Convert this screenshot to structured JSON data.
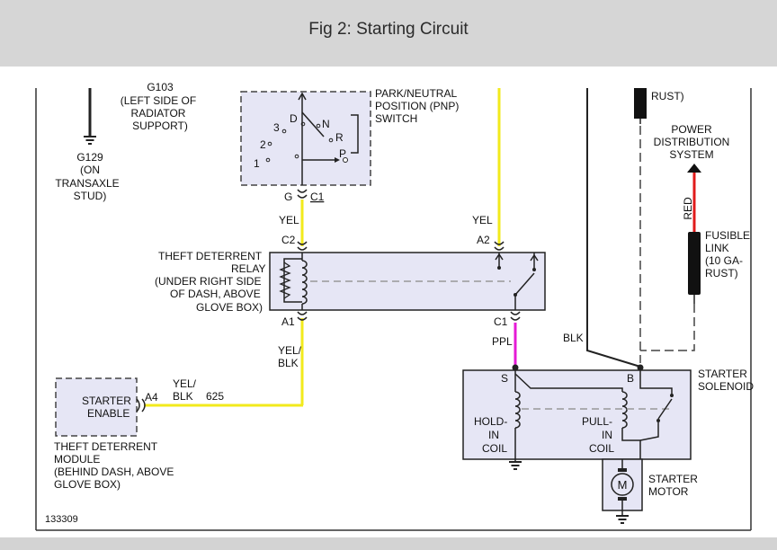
{
  "title": "Fig 2: Starting Circuit",
  "diagram_id": "133309",
  "ground_left": {
    "partial_label": "G103",
    "location": [
      "(LEFT SIDE OF",
      "RADIATOR",
      "SUPPORT)"
    ],
    "ground_id": "G129",
    "ground_location": [
      "(ON",
      "TRANSAXLE",
      "STUD)"
    ]
  },
  "pnp_switch": {
    "name": [
      "PARK/NEUTRAL",
      "POSITION (PNP)",
      "SWITCH"
    ],
    "positions": {
      "p3": "3",
      "p2": "2",
      "p1": "1",
      "d": "D",
      "n": "N",
      "r": "R",
      "p": "P"
    },
    "pin": "G",
    "connector": "C1"
  },
  "relay": {
    "name": [
      "THEFT DETERRENT",
      "RELAY",
      "(UNDER RIGHT SIDE",
      "OF DASH, ABOVE",
      "GLOVE BOX)"
    ],
    "c2": "C2",
    "a1": "A1",
    "a2": "A2",
    "c1": "C1",
    "wire_yel_left": "YEL",
    "wire_yel_right": "YEL",
    "wire_yelblk": [
      "YEL/",
      "BLK"
    ],
    "wire_ppl": "PPL"
  },
  "starter_enable": {
    "box_label": [
      "STARTER",
      "ENABLE"
    ],
    "pin": "A4",
    "wire": [
      "YEL/",
      "BLK"
    ],
    "circuit": "625",
    "module_name": [
      "THEFT DETERRENT",
      "MODULE",
      "(BEHIND DASH, ABOVE",
      "GLOVE BOX)"
    ]
  },
  "power": {
    "partial_label": "RUST)",
    "name": [
      "POWER",
      "DISTRIBUTION",
      "SYSTEM"
    ],
    "wire_red": "RED",
    "fusible_link": [
      "FUSIBLE",
      "LINK",
      "(10 GA-",
      "RUST)"
    ],
    "wire_blk": "BLK"
  },
  "solenoid": {
    "name": [
      "STARTER",
      "SOLENOID"
    ],
    "terminal_s": "S",
    "terminal_b": "B",
    "hold_coil": [
      "HOLD-",
      "IN",
      "COIL"
    ],
    "pull_coil": [
      "PULL-",
      "IN",
      "COIL"
    ]
  },
  "motor": {
    "symbol": "M",
    "name": [
      "STARTER",
      "MOTOR"
    ]
  },
  "colors": {
    "yellow_wire": "#f2ea1c",
    "magenta_wire": "#e51ad6",
    "red_wire": "#e11b1b",
    "component_fill": "#e6e6f5",
    "header_bg": "#d6d6d6"
  }
}
